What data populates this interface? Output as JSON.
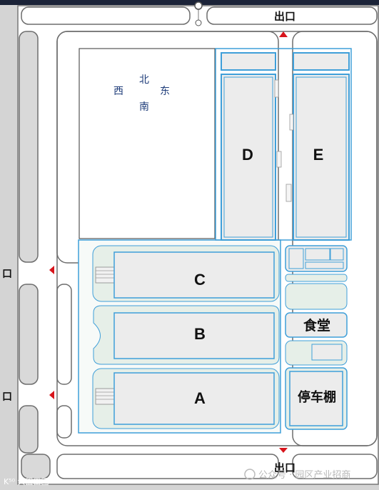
{
  "compass": {
    "north": "北",
    "south": "南",
    "east": "东",
    "west": "西"
  },
  "exits": {
    "top": "出口",
    "bottom": "出口",
    "left_upper": "口",
    "left_lower": "口"
  },
  "buildings": {
    "A": "A",
    "B": "B",
    "C": "C",
    "D": "D",
    "E": "E"
  },
  "facilities": {
    "canteen": "食堂",
    "carport": "停车棚"
  },
  "watermark": {
    "left": "K⁵⁰ 大盟田图",
    "right": "公众号 · 园区产业招商"
  },
  "colors": {
    "road_fill": "#ffffff",
    "road_edge": "#707070",
    "building_fill": "#ececec",
    "building_outline": "#3f9fd9",
    "green_fill": "#e6efe8",
    "marker": "#d8141b"
  }
}
